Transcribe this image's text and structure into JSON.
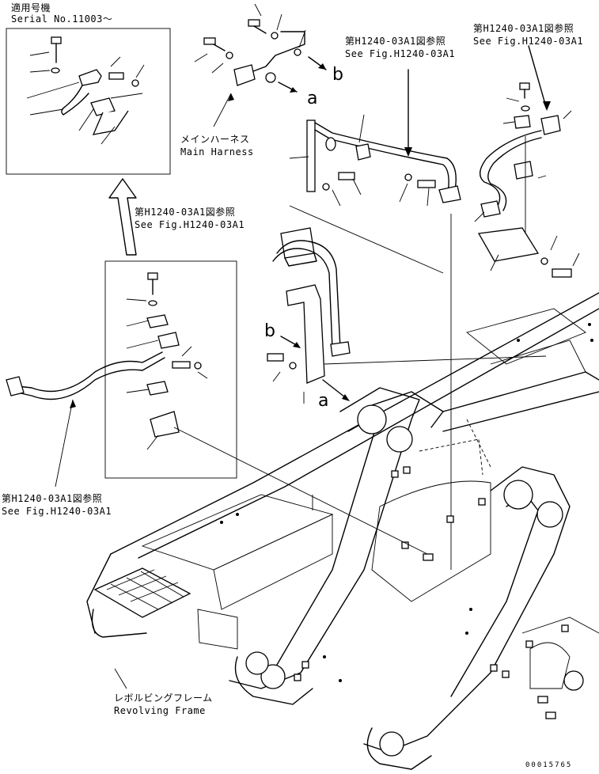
{
  "inset": {
    "line1": "適用号機",
    "line2": "Serial No.11003～"
  },
  "refs": {
    "top_right_jp": "第H1240-03A1図参照",
    "top_right_en": "See Fig.H1240-03A1",
    "top_mid_jp": "第H1240-03A1図参照",
    "top_mid_en": "See Fig.H1240-03A1",
    "mid_jp": "第H1240-03A1図参照",
    "mid_en": "See Fig.H1240-03A1",
    "left_jp": "第H1240-03A1図参照",
    "left_en": "See Fig.H1240-03A1"
  },
  "harness": {
    "jp": "メインハーネス",
    "en": "Main Harness"
  },
  "frame": {
    "jp": "レボルビングフレーム",
    "en": "Revolving Frame"
  },
  "letters": {
    "a1": "a",
    "a2": "a",
    "b1": "b",
    "b2": "b"
  },
  "catalog_no": "00015765"
}
